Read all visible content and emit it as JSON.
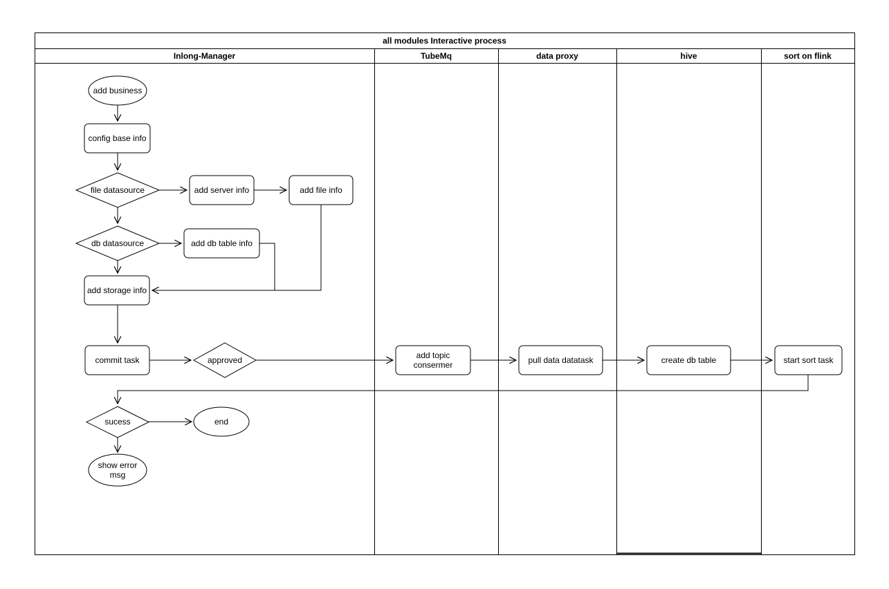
{
  "diagram": {
    "title": "all modules Interactive process",
    "lanes": {
      "inlong_manager": "Inlong-Manager",
      "tubemq": "TubeMq",
      "data_proxy": "data proxy",
      "hive": "hive",
      "sort_on_flink": "sort on flink"
    },
    "nodes": {
      "add_business": "add business",
      "config_base_info": "config base info",
      "file_datasource": "file datasource",
      "add_server_info": "add server info",
      "add_file_info": "add file info",
      "db_datasource": "db datasource",
      "add_db_table_info": "add db table info",
      "add_storage_info": "add storage info",
      "commit_task": "commit task",
      "approved": "approved",
      "add_topic_consermer": {
        "line1": "add topic",
        "line2": "consermer"
      },
      "pull_data_datatask": "pull data datatask",
      "create_db_table": "create db table",
      "start_sort_task": "start sort task",
      "sucess": "sucess",
      "end": "end",
      "show_error_msg": {
        "line1": "show error",
        "line2": "msg"
      }
    }
  }
}
